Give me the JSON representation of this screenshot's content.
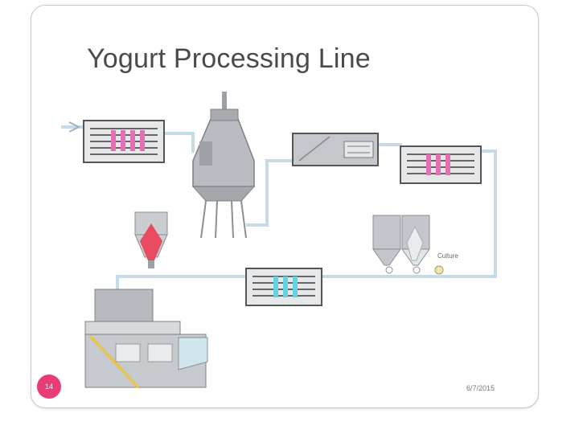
{
  "slide": {
    "title": "Yogurt Processing Line",
    "page_number": "14",
    "date": "6/7/2015",
    "culture_label": "Culture"
  },
  "colors": {
    "pipe": "#c7dbe6",
    "heater_plates": "#e46fb5",
    "cooler_plates": "#62d1e0",
    "badge": "#e83b78",
    "tank_red": "#e84a5f",
    "steel": "#b9bcc0"
  },
  "icons": [
    "heat-exchanger-icon",
    "deaerator-tank-icon",
    "homogenizer-icon",
    "culture-tank-icon",
    "fruit-tank-icon",
    "filling-machine-icon"
  ]
}
